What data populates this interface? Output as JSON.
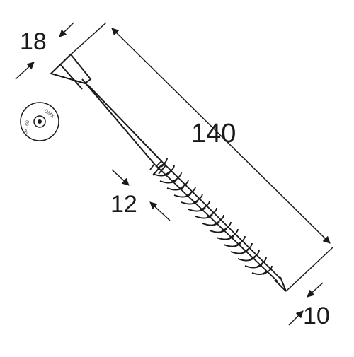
{
  "dimensions": {
    "head_diameter": "18",
    "length": "140",
    "thread_gap": "12",
    "tip": "10"
  },
  "head_stamp": {
    "top_text": "DMX",
    "side_text": "5×160"
  },
  "colors": {
    "line": "#1a1a1a",
    "background": "#ffffff"
  }
}
